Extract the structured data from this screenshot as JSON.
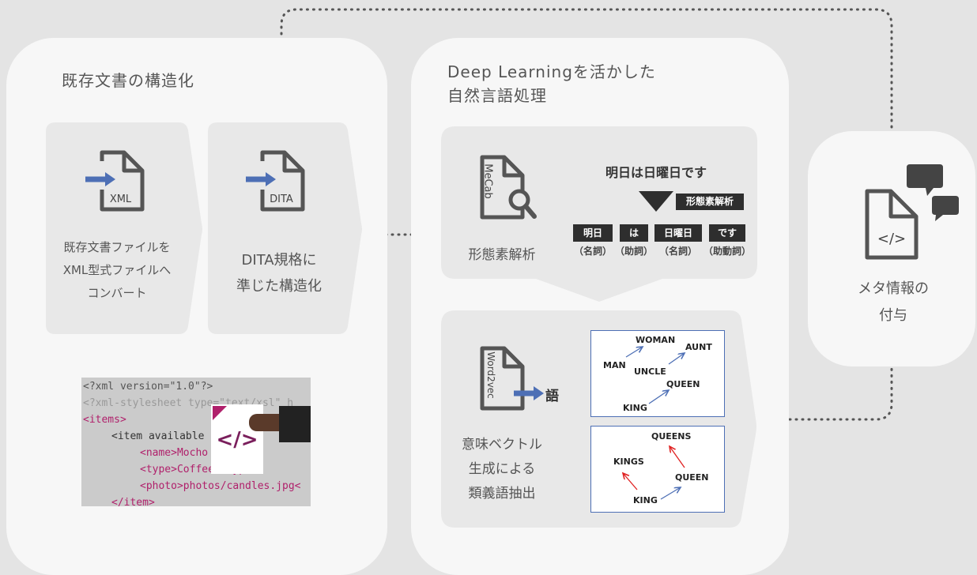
{
  "panels": {
    "left": {
      "title": "既存文書の構造化"
    },
    "middle": {
      "title_line1": "Deep Learningを活かした",
      "title_line2": "自然言語処理"
    },
    "right": {
      "label_line1": "メタ情報の",
      "label_line2": "付与"
    }
  },
  "left_steps": [
    {
      "icon_label": "XML",
      "text": [
        "既存文書ファイルを",
        "XML型式ファイルへ",
        "コンバート"
      ]
    },
    {
      "icon_label": "DITA",
      "text": [
        "DITA規格に",
        "準じた構造化"
      ]
    }
  ],
  "code_snippet": {
    "lines": [
      "<?xml version=\"1.0\"?>",
      "<?xml-stylesheet type=\"text/xsl\" h",
      "<items>",
      "<item available",
      "<name>Mocho",
      "<type>Coffee</type>",
      "<photo>photos/candles.jpg<",
      "</item>"
    ],
    "overlay_icon": "</>"
  },
  "morph": {
    "icon_label": "MeCab",
    "caption": "形態素解析",
    "sentence": "明日は日曜日です",
    "badge": "形態素解析",
    "tokens": [
      {
        "word": "明日",
        "pos": "（名詞）"
      },
      {
        "word": "は",
        "pos": "（助詞）"
      },
      {
        "word": "日曜日",
        "pos": "（名詞）"
      },
      {
        "word": "です",
        "pos": "（助動詞）"
      }
    ]
  },
  "w2v": {
    "icon_label": "Word2vec",
    "arrow_label": "語",
    "caption": [
      "意味ベクトル",
      "生成による",
      "類義語抽出"
    ],
    "box1": {
      "labels": [
        "WOMAN",
        "AUNT",
        "MAN",
        "UNCLE",
        "QUEEN",
        "KING"
      ]
    },
    "box2": {
      "labels": [
        "QUEENS",
        "KINGS",
        "QUEEN",
        "KING"
      ]
    }
  },
  "meta": {
    "icon_label": "</>"
  },
  "colors": {
    "accent_blue": "#4d6fb5",
    "red": "#e02020",
    "dark": "#2e2e2e",
    "magenta": "#b0206b"
  }
}
